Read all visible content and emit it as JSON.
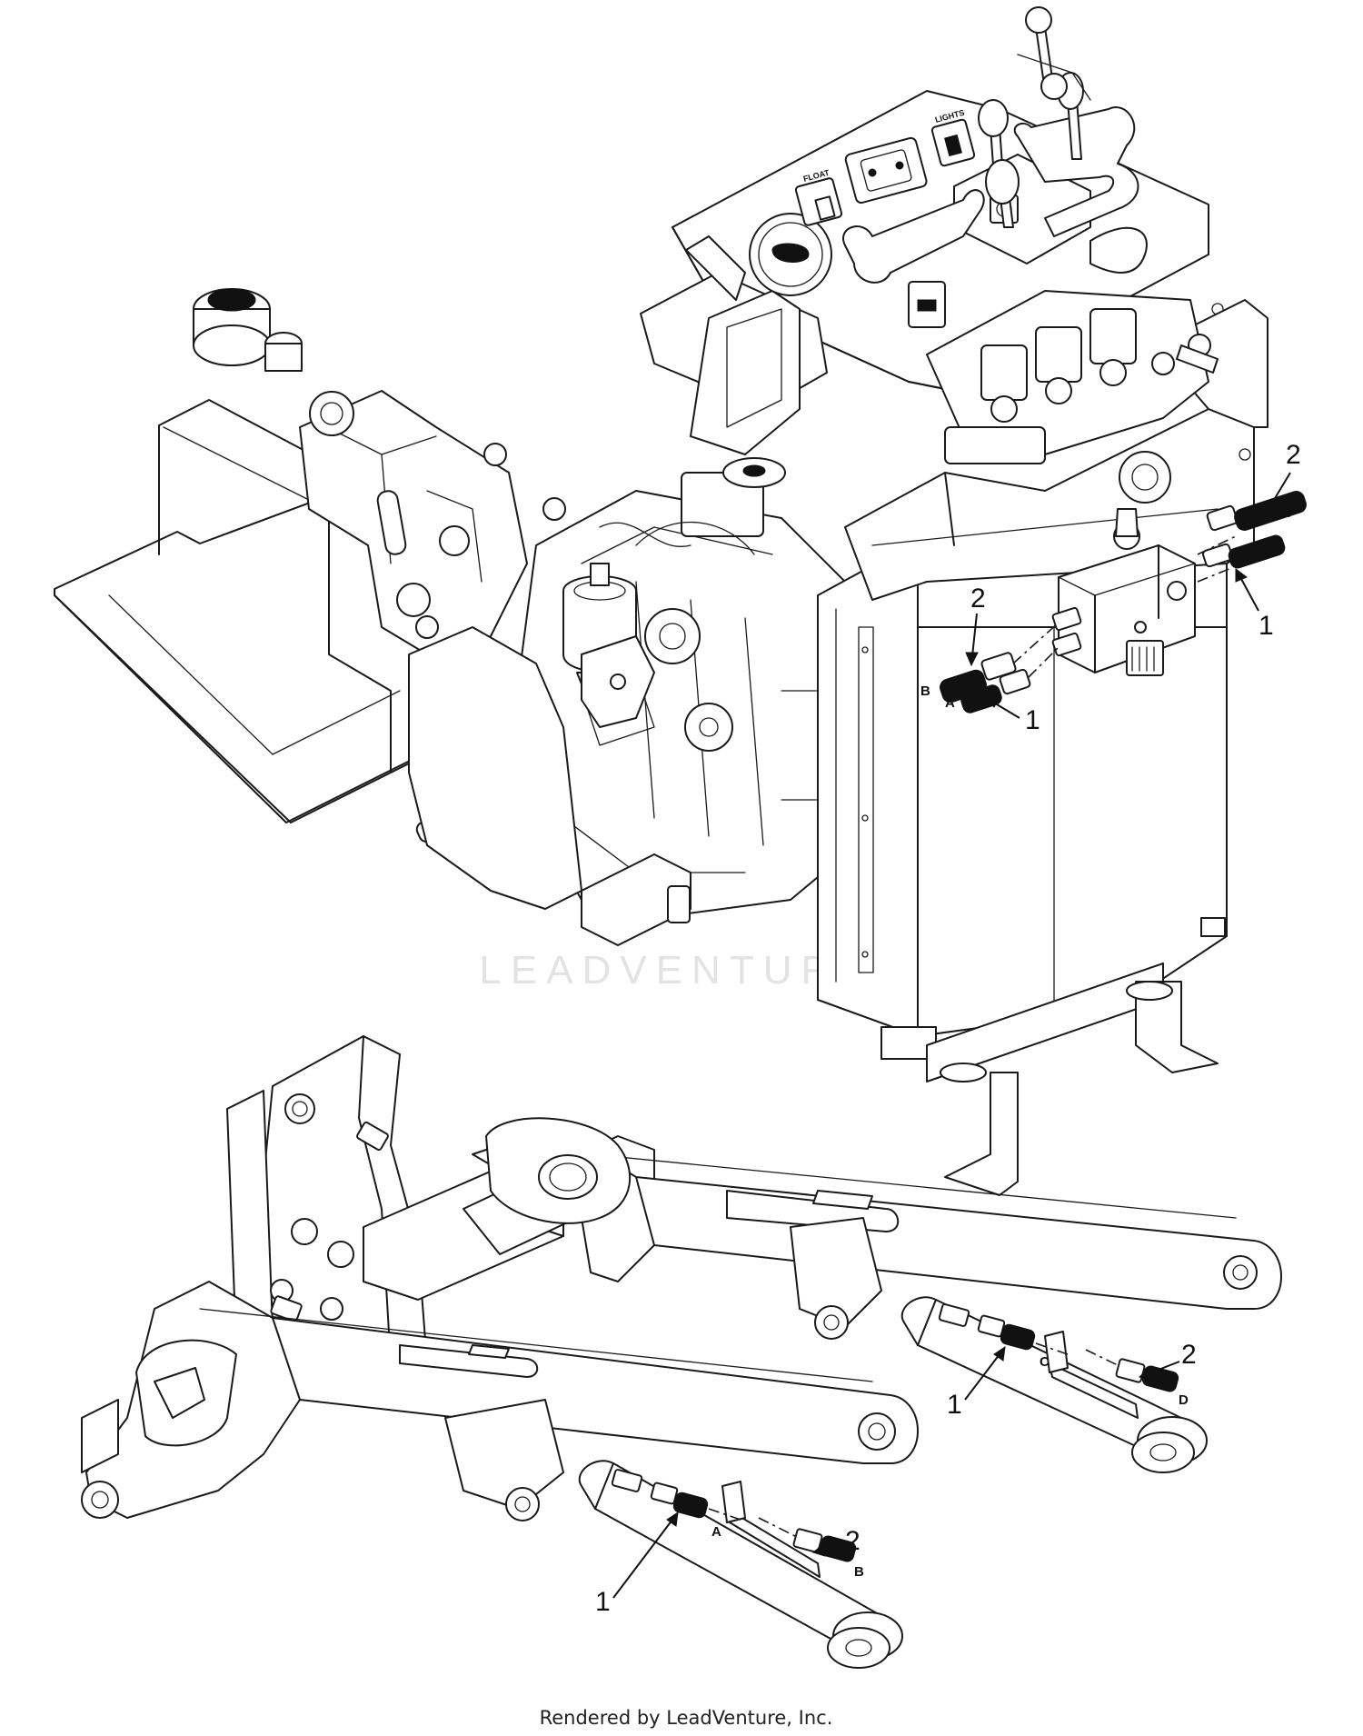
{
  "diagram": {
    "watermark": "LEADVENTURE",
    "footer": "Rendered by LeadVenture, Inc.",
    "panel_labels": {
      "float": "FLOAT",
      "lights": "LIGHTS"
    },
    "callouts": [
      {
        "id": "c1",
        "label": "2"
      },
      {
        "id": "c2",
        "label": "1"
      },
      {
        "id": "c3",
        "label": "2"
      },
      {
        "id": "c4",
        "label": "1"
      },
      {
        "id": "c5",
        "label": "1"
      },
      {
        "id": "c6",
        "label": "2"
      },
      {
        "id": "c7",
        "label": "1"
      },
      {
        "id": "c8",
        "label": "2"
      }
    ],
    "ports": [
      {
        "id": "p1",
        "label": "D"
      },
      {
        "id": "p2",
        "label": "C"
      },
      {
        "id": "p3",
        "label": "B"
      },
      {
        "id": "p4",
        "label": "A"
      },
      {
        "id": "p5",
        "label": "C"
      },
      {
        "id": "p6",
        "label": "D"
      },
      {
        "id": "p7",
        "label": "A"
      },
      {
        "id": "p8",
        "label": "B"
      }
    ]
  }
}
